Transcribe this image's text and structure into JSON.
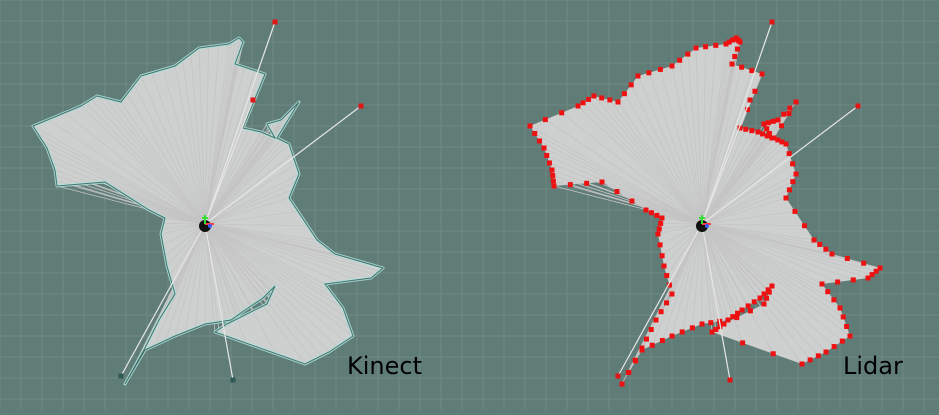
{
  "panels": [
    {
      "id": "kinect",
      "label": "Kinect",
      "obstacle_color": "#aee0da",
      "obstacle_style": "edge-glow"
    },
    {
      "id": "lidar",
      "label": "Lidar",
      "obstacle_color": "#ee1111",
      "obstacle_style": "red-dots"
    }
  ],
  "colors": {
    "background": "#607c77",
    "grid_line": "#6f8a85",
    "ray_fill": "#d7d7d7",
    "ray_line": "#c4c4c4",
    "robot_body": "#111111",
    "robot_axis_x": "#ff3b3b",
    "robot_axis_y": "#34e034",
    "robot_axis_z": "#3b5bff"
  },
  "icons": [
    "robot-marker-icon",
    "axis-gizmo-icon"
  ]
}
